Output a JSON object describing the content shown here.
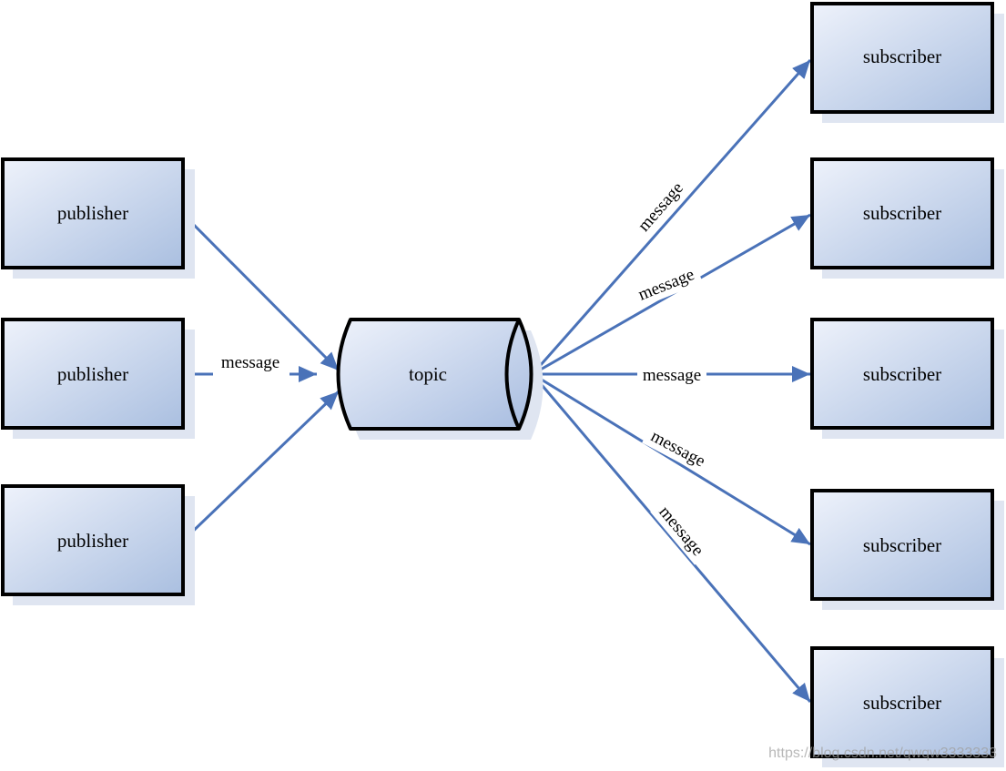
{
  "diagram": {
    "publishers": [
      {
        "label": "publisher"
      },
      {
        "label": "publisher"
      },
      {
        "label": "publisher"
      }
    ],
    "topic": {
      "label": "topic"
    },
    "subscribers": [
      {
        "label": "subscriber"
      },
      {
        "label": "subscriber"
      },
      {
        "label": "subscriber"
      },
      {
        "label": "subscriber"
      },
      {
        "label": "subscriber"
      }
    ],
    "inbound_edge_label": "message",
    "outbound_edge_labels": [
      "message",
      "message",
      "message",
      "message",
      "message"
    ]
  },
  "colors": {
    "arrow": "#4a72b8",
    "box_fill_light": "#eef2fb",
    "box_fill_dark": "#aabfe0",
    "shadow": "#dfe5f1",
    "border": "#000000"
  },
  "watermark": "https://blog.csdn.net/qwqw3333333"
}
